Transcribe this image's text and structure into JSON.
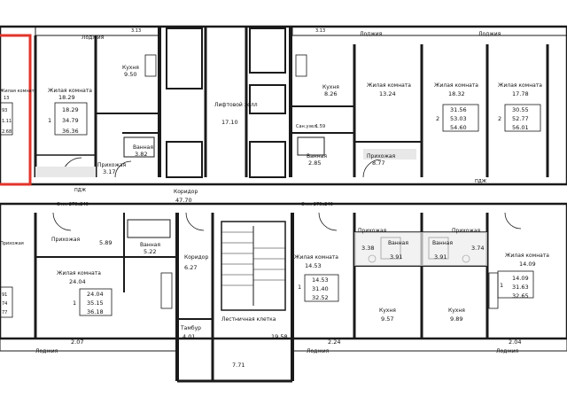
{
  "colors": {
    "wall": "#1a1a1a",
    "highlight": "#e2342b",
    "fill": "#e8e8e8"
  },
  "top_strip": {
    "loggia_left": "Лоджия",
    "loggia_left_dim": "3.13",
    "loggia_mid_dim": "3.13",
    "loggia_mid": "Лоджия",
    "loggia_right": "Лоджия"
  },
  "lift_hall": {
    "label": "Лифтовой холл",
    "area": "17.10"
  },
  "corridor": {
    "label": "Коридор",
    "area": "47.70",
    "vent_left": "ПДЖ",
    "vent_right": "ПДЖ",
    "otm_left": "Отм. 270х240",
    "otm_right": "Отм. 270х240"
  },
  "apt_top_left_partial": {
    "room_label": "Жилая комната",
    "room_area": "13",
    "box_rows": [
      "93",
      "1.11",
      "2.68"
    ]
  },
  "apt_top_1": {
    "room_label": "Жилая комната",
    "room_area": "18.29",
    "box_count": "1",
    "box_rows": [
      "18.29",
      "34.79",
      "36.36"
    ],
    "kitchen_label": "Кухня",
    "kitchen_area": "9.50",
    "hall_label": "Прихожая",
    "hall_area": "3.17",
    "bath_label": "Ванная",
    "bath_area": "3.82"
  },
  "apt_top_2": {
    "kitchen_label": "Кухня",
    "kitchen_area": "8.26",
    "room_label": "Жилая комната",
    "room_area": "13.24",
    "hall_label": "Прихожая",
    "hall_area": "8.77",
    "bath_label": "Ванная",
    "bath_area": "2.85",
    "wc_label": "Сан.узел",
    "wc_area": "1.59"
  },
  "apt_top_3": {
    "room_label": "Жилая комната",
    "room_area": "18.32",
    "box_count": "2",
    "box_rows": [
      "31.56",
      "53.03",
      "54.60"
    ]
  },
  "apt_top_4": {
    "room_label": "Жилая комната",
    "room_area": "17.78",
    "box_count": "2",
    "box_rows": [
      "30.55",
      "52.77",
      "56.01"
    ]
  },
  "apt_bottom_left_partial": {
    "hall_label": "Прихожая",
    "box_rows": [
      "91",
      "74",
      "77"
    ]
  },
  "apt_bottom_1": {
    "hall_label": "Прихожая",
    "hall_area": "5.89",
    "bath_label": "Ванная",
    "bath_area": "5.22",
    "room_label": "Жилая комната",
    "room_area": "24.04",
    "box_count": "1",
    "box_rows": [
      "24.04",
      "35.15",
      "36.18"
    ]
  },
  "core": {
    "corridor_label": "Коридор",
    "corridor_area": "6.27",
    "tambour_label": "Тамбур",
    "tambour_area": "4.01",
    "stair_label": "Лестничная клетка",
    "stair_area": "19.58",
    "dim_bottom": "7.71"
  },
  "apt_bottom_2": {
    "room_label": "Жилая комната",
    "room_area": "14.53",
    "box_count": "1",
    "box_rows": [
      "14.53",
      "31.40",
      "32.52"
    ],
    "hall_label": "Прихожая",
    "hall_area": "3.38",
    "bath_label": "Ванная",
    "bath_area": "3.91",
    "kitchen_label": "Кухня",
    "kitchen_area": "9.57"
  },
  "apt_bottom_3": {
    "hall_label": "Прихожая",
    "hall_area": "3.74",
    "bath_label": "Ванная",
    "bath_area": "3.91",
    "kitchen_label": "Кухня",
    "kitchen_area": "9.89"
  },
  "apt_bottom_4": {
    "room_label": "Жилая комната",
    "room_area": "14.09",
    "box_count": "1",
    "box_rows": [
      "14.09",
      "31.63",
      "32.65"
    ]
  },
  "bottom_strip": {
    "dim_left": "2.07",
    "loggia_left": "Лоджия",
    "loggia_label_2": "Лоджия",
    "dim_mid": "2.24",
    "loggia_right": "Лоджия",
    "dim_right": "2.04"
  }
}
